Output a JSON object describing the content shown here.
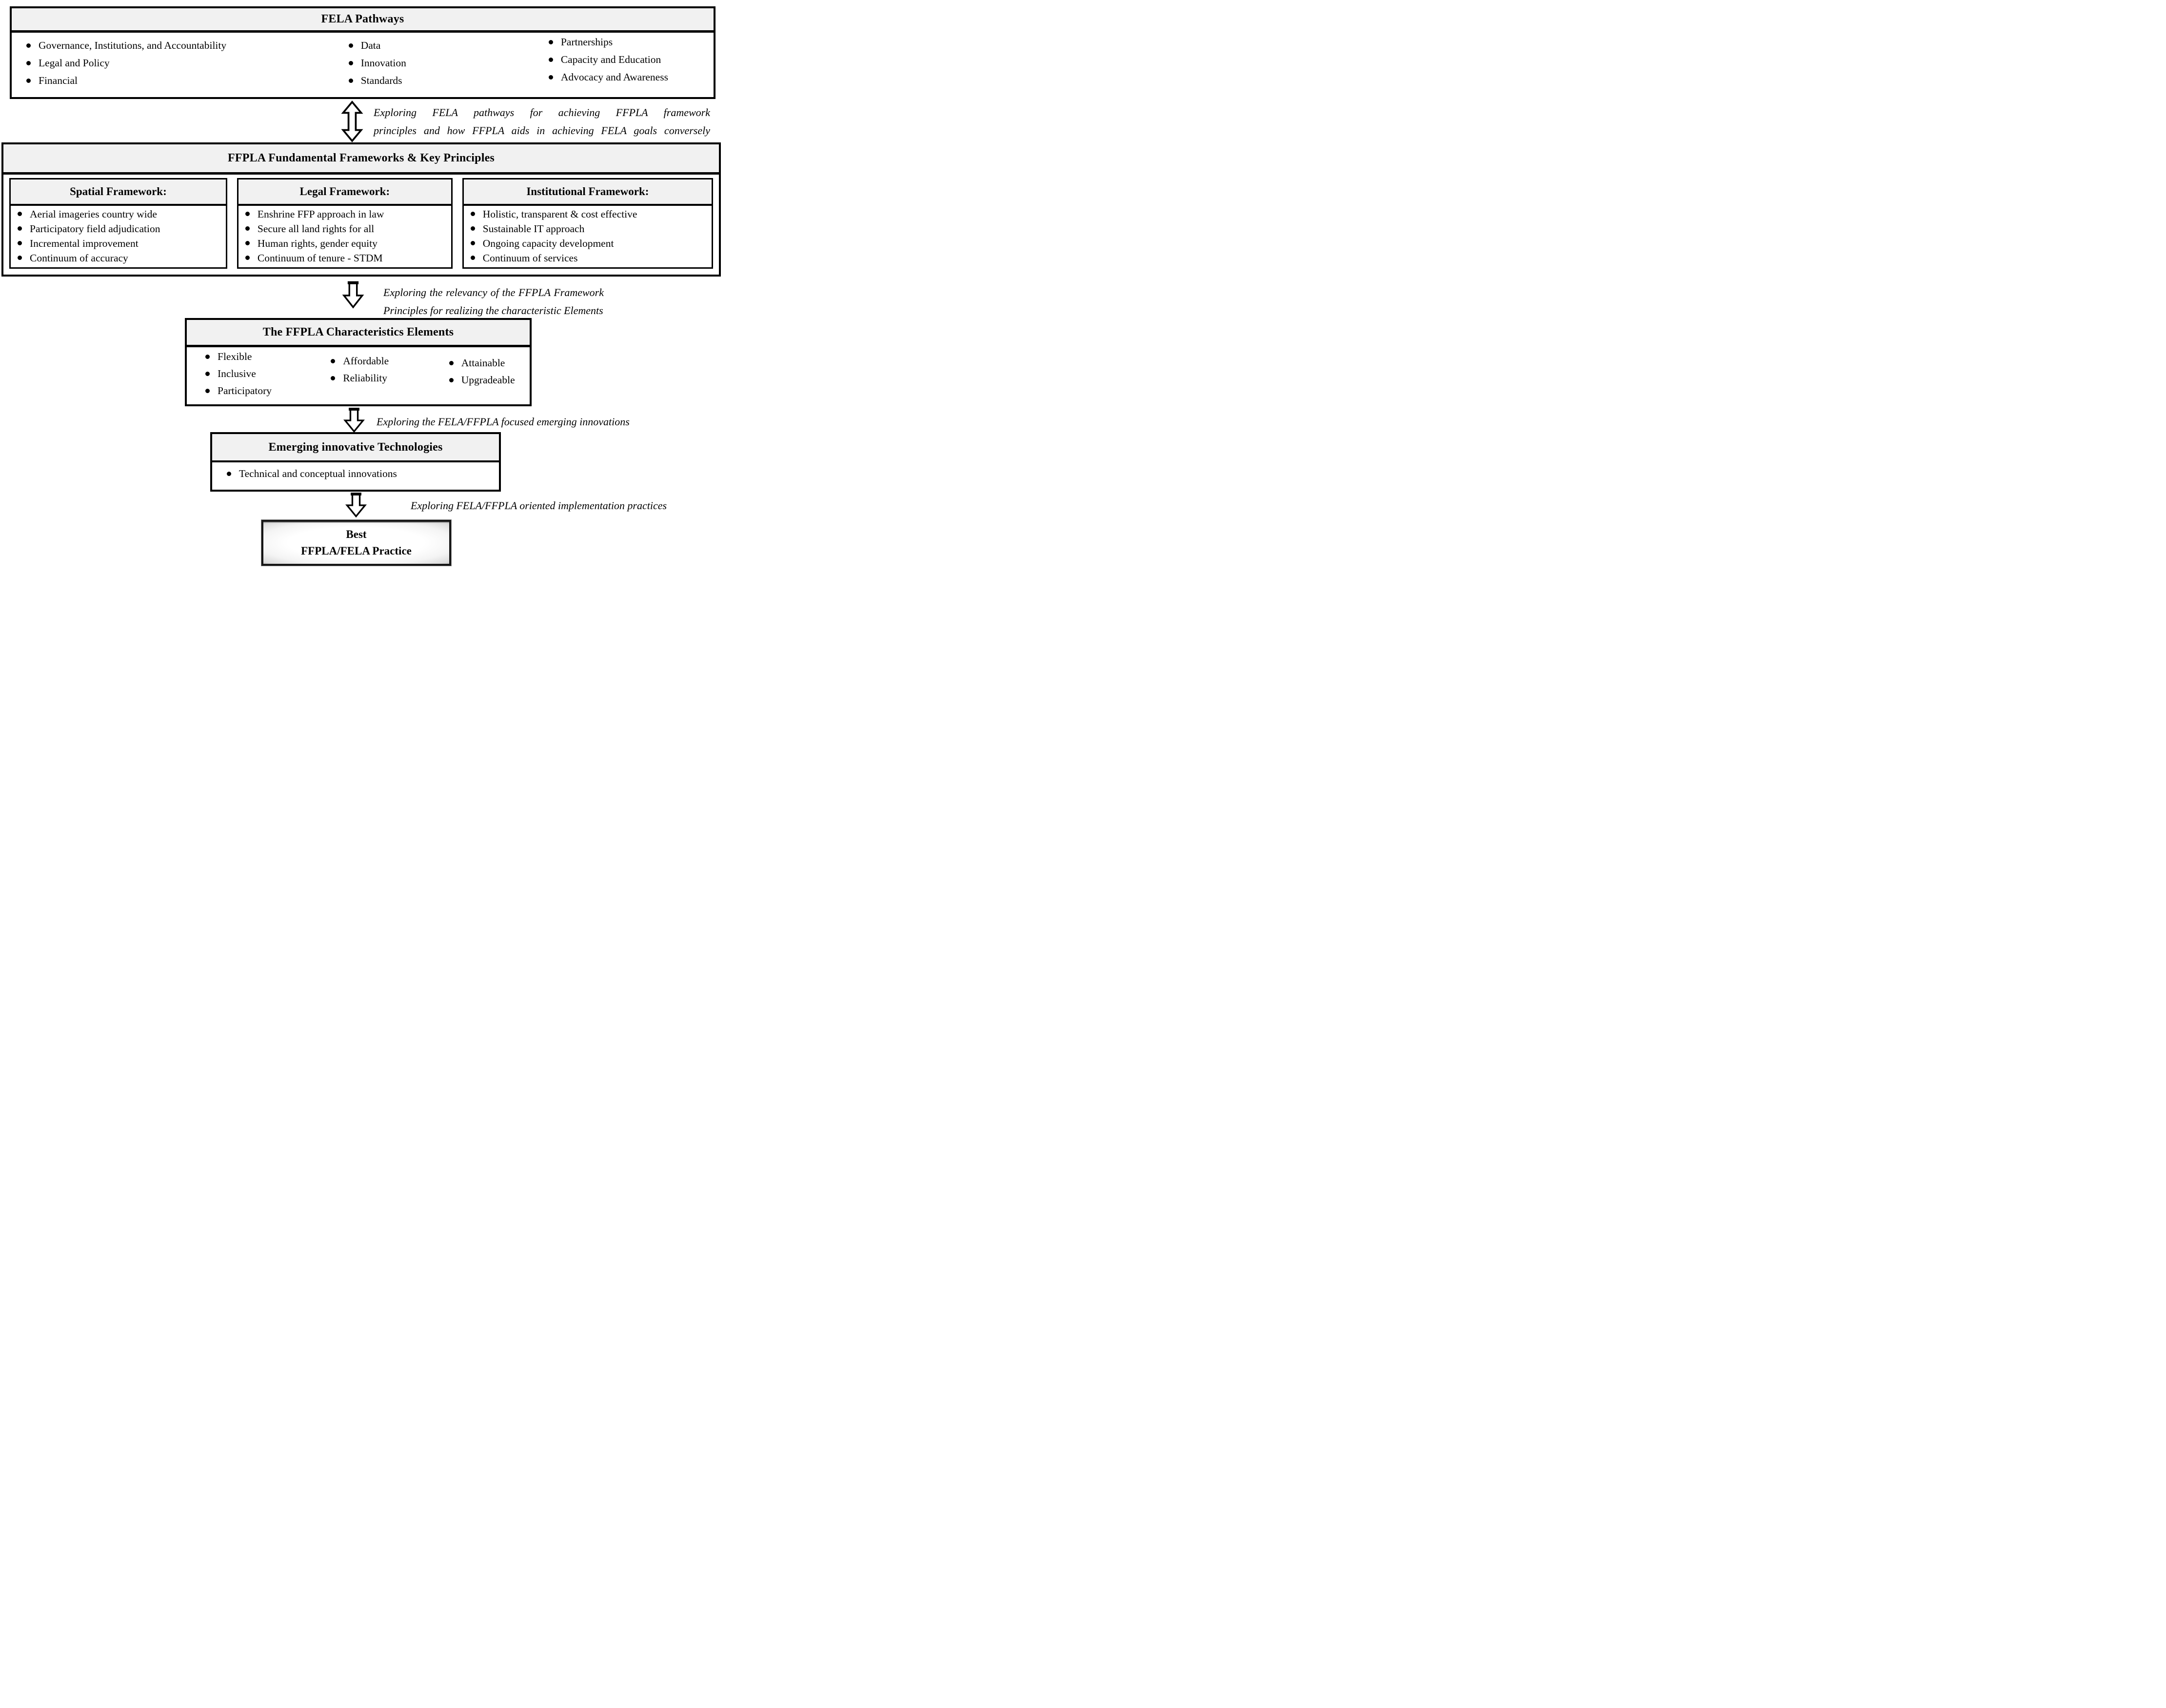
{
  "colors": {
    "header_fill": "#f1f1f1",
    "border": "#000000",
    "background": "#ffffff"
  },
  "fela": {
    "title": "FELA Pathways",
    "columns": [
      [
        "Governance, Institutions, and Accountability",
        "Legal and Policy",
        "Financial"
      ],
      [
        "Data",
        "Innovation",
        "Standards"
      ],
      [
        "Partnerships",
        "Capacity and Education",
        "Advocacy and Awareness"
      ]
    ]
  },
  "ann": {
    "pathways": {
      "line1": "Exploring FELA pathways for achieving FFPLA framework",
      "line2": "principles and how FFPLA aids in achieving FELA goals conversely"
    },
    "relevancy": {
      "line1": "Exploring the relevancy of the FFPLA Framework",
      "line2": "Principles for realizing the characteristic Elements"
    },
    "innovations": {
      "text": "Exploring the FELA/FFPLA focused emerging innovations"
    },
    "practices": {
      "text": "Exploring FELA/FFPLA oriented implementation practices"
    }
  },
  "ffpla": {
    "title": "FFPLA Fundamental Frameworks & Key Principles",
    "boxes": [
      {
        "title": "Spatial Framework:",
        "items": [
          "Aerial imageries country wide",
          "Participatory field adjudication",
          "Incremental improvement",
          "Continuum of accuracy"
        ]
      },
      {
        "title": "Legal Framework:",
        "items": [
          "Enshrine FFP approach in law",
          "Secure all land rights for all",
          "Human rights, gender equity",
          "Continuum of tenure - STDM"
        ]
      },
      {
        "title": "Institutional Framework:",
        "items": [
          "Holistic, transparent & cost effective",
          "Sustainable IT approach",
          "Ongoing capacity development",
          "Continuum of services"
        ]
      }
    ]
  },
  "chars": {
    "title": "The FFPLA Characteristics Elements",
    "columns": [
      [
        "Flexible",
        "Inclusive",
        "Participatory"
      ],
      [
        "Affordable",
        "Reliability"
      ],
      [
        "Attainable",
        "Upgradeable"
      ]
    ]
  },
  "emerging": {
    "title": "Emerging innovative Technologies",
    "items": [
      "Technical and conceptual innovations"
    ]
  },
  "best": {
    "line1": "Best",
    "line2": "FFPLA/FELA Practice"
  }
}
